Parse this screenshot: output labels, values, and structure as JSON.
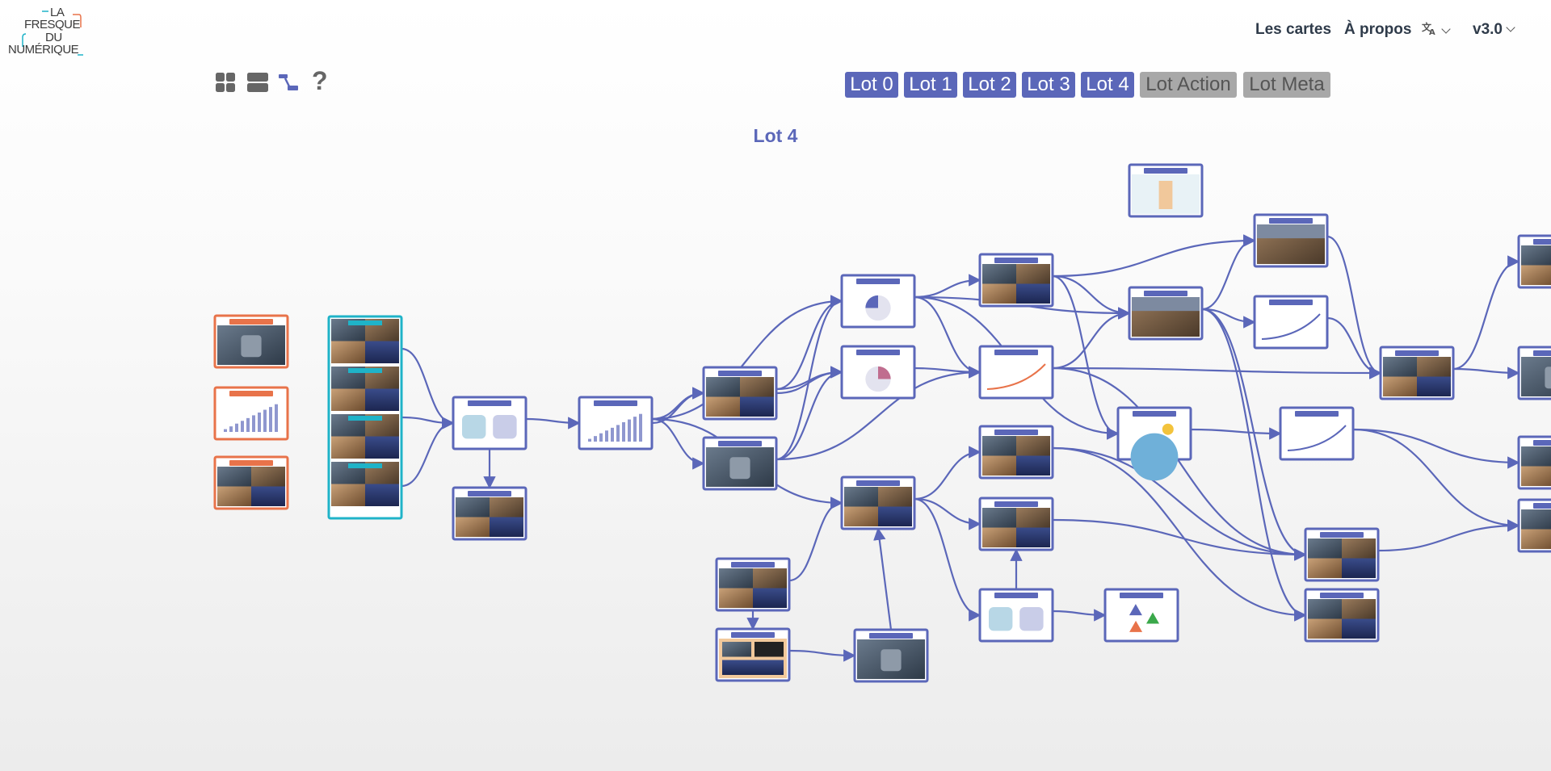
{
  "logo": {
    "lines": [
      "LA",
      "FRESQUE",
      "DU",
      "NUMÉRIQUE"
    ]
  },
  "nav": {
    "cards_label": "Les cartes",
    "about_label": "À propos",
    "language_icon": "translate-icon",
    "version_label": "v3.0"
  },
  "toolbar": {
    "icons": [
      "grid-view-icon",
      "list-view-icon",
      "graph-view-icon",
      "help-icon"
    ],
    "help_glyph": "?"
  },
  "lots": [
    {
      "label": "Lot 0",
      "active": true
    },
    {
      "label": "Lot 1",
      "active": true
    },
    {
      "label": "Lot 2",
      "active": true
    },
    {
      "label": "Lot 3",
      "active": true
    },
    {
      "label": "Lot 4",
      "active": true
    },
    {
      "label": "Lot Action",
      "active": false
    },
    {
      "label": "Lot Meta",
      "active": false
    }
  ],
  "section_title": "Lot 4",
  "colors": {
    "accent": "#5b67b9",
    "lot0_border": "#e8734a",
    "lot1_border": "#1fb3c8",
    "inactive": "#a8a8a8"
  }
}
